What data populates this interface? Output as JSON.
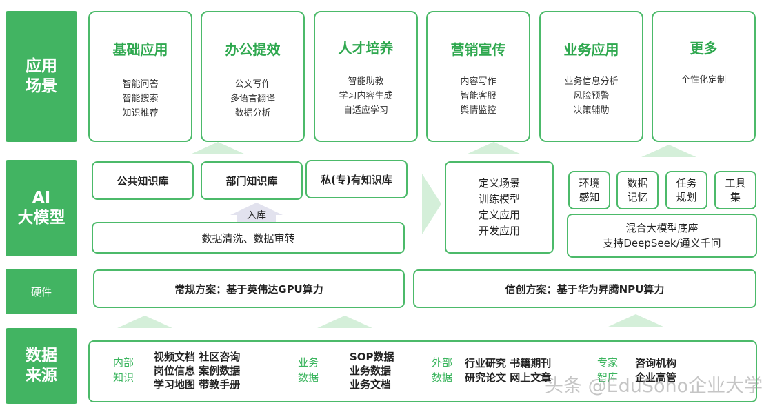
{
  "left_labels": {
    "app": "应用\n场景",
    "ai": "AI\n大模型",
    "hardware": "硬件",
    "data": "数据\n来源"
  },
  "scenarios": [
    {
      "title": "基础应用",
      "items": [
        "智能问答",
        "智能搜索",
        "知识推荐"
      ]
    },
    {
      "title": "办公提效",
      "items": [
        "公文写作",
        "多语言翻译",
        "数据分析"
      ]
    },
    {
      "title": "人才培养",
      "items": [
        "智能助教",
        "学习内容生成",
        "自适应学习"
      ]
    },
    {
      "title": "营销宣传",
      "items": [
        "内容写作",
        "智能客服",
        "舆情监控"
      ]
    },
    {
      "title": "业务应用",
      "items": [
        "业务信息分析",
        "风险预警",
        "决策辅助"
      ]
    },
    {
      "title": "更多",
      "items": [
        "个性化定制"
      ]
    }
  ],
  "ai_layer": {
    "kb": [
      "公共知识库",
      "部门知识库",
      "私(专)有知识库"
    ],
    "ingest_label": "入库",
    "cleaning": "数据清洗、数据审转",
    "define": [
      "定义场景",
      "训练模型",
      "定义应用",
      "开发应用"
    ],
    "capabilities": [
      [
        "环境",
        "感知"
      ],
      [
        "数据",
        "记忆"
      ],
      [
        "任务",
        "规划"
      ],
      [
        "工具",
        "集"
      ]
    ],
    "base": [
      "混合大模型底座",
      "支持DeepSeek/通义千问"
    ]
  },
  "hardware": {
    "regular": "常规方案：基于英伟达GPU算力",
    "xinchuang": "信创方案：基于华为昇腾NPU算力"
  },
  "data_sources": [
    {
      "key": [
        "内部",
        "知识"
      ],
      "values": [
        "视频文档 社区咨询",
        "岗位信息 案例数据",
        "学习地图 带教手册"
      ]
    },
    {
      "key": [
        "业务",
        "数据"
      ],
      "values": [
        "SOP数据",
        "业务数据",
        "业务文档"
      ]
    },
    {
      "key": [
        "外部",
        "数据"
      ],
      "values": [
        "行业研究 书籍期刊",
        "研究论文 网上文章"
      ]
    },
    {
      "key": [
        "专家",
        "智库"
      ],
      "values": [
        "咨询机构",
        "企业高管"
      ]
    }
  ],
  "watermark": "头条 @EduSoho企业大学",
  "colors": {
    "accent": "#42b462",
    "border": "#4cba6a",
    "title": "#2fa84f"
  }
}
